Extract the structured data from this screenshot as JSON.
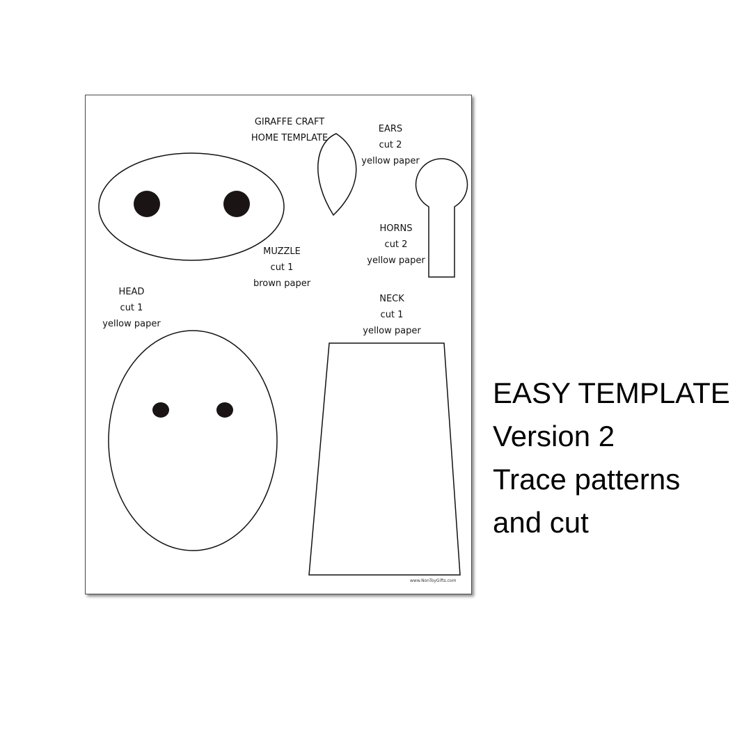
{
  "sheet": {
    "title_line1": "GIRAFFE CRAFT",
    "title_line2": "HOME TEMPLATE",
    "pieces": {
      "ears": {
        "name": "EARS",
        "count": "cut 2",
        "material": "yellow paper"
      },
      "horns": {
        "name": "HORNS",
        "count": "cut 2",
        "material": "yellow paper"
      },
      "muzzle": {
        "name": "MUZZLE",
        "count": "cut 1",
        "material": "brown paper"
      },
      "head": {
        "name": "HEAD",
        "count": "cut 1",
        "material": "yellow paper"
      },
      "neck": {
        "name": "NECK",
        "count": "cut 1",
        "material": "yellow paper"
      }
    },
    "footer": "www.NonToyGifts.com",
    "colors": {
      "outline": "#111111",
      "fill": "#ffffff",
      "dots": "#1a1414"
    }
  },
  "caption": {
    "line1": "EASY TEMPLATE",
    "line2": "Version 2",
    "line3": "Trace patterns",
    "line4": "and cut"
  }
}
